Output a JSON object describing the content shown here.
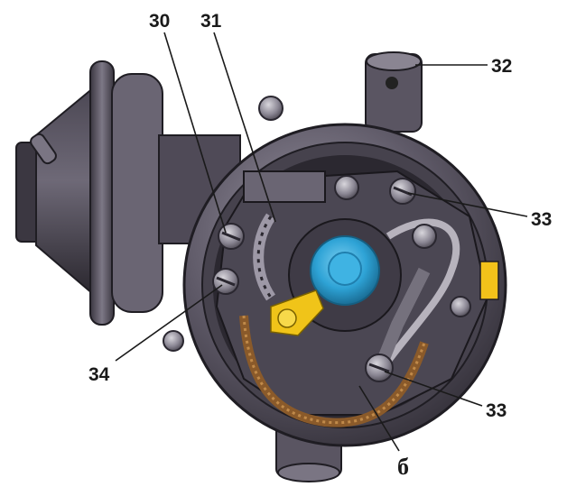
{
  "callouts": [
    {
      "id": "c30",
      "text": "30"
    },
    {
      "id": "c31",
      "text": "31"
    },
    {
      "id": "c32",
      "text": "32"
    },
    {
      "id": "c33a",
      "text": "33"
    },
    {
      "id": "c33b",
      "text": "33"
    },
    {
      "id": "c34",
      "text": "34"
    },
    {
      "id": "cb",
      "text": "б"
    }
  ],
  "colors": {
    "housing": "#5d5866",
    "housing_dark": "#2e2b33",
    "housing_light": "#8f8a98",
    "interior": "#2b2830",
    "cam_blue": "#2ea3d6",
    "terminal_yellow": "#f0c419",
    "wire_brown": "#8a5a2a",
    "marker_yellow": "#f2c21a"
  }
}
